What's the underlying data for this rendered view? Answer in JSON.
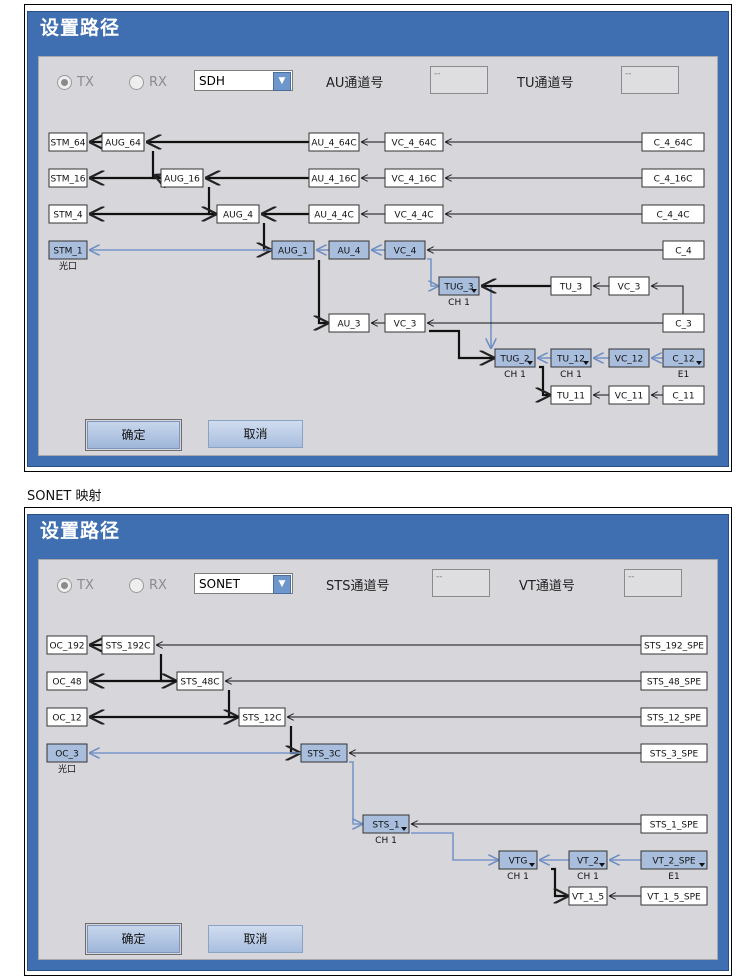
{
  "caption": "SONET 映射",
  "dialogs": [
    {
      "id": "sdh",
      "title": "设置路径",
      "radio_tx": "TX",
      "radio_rx": "RX",
      "mode_value": "SDH",
      "channel_label_1": "AU通道号",
      "channel_value_1": "--",
      "channel_label_2": "TU通道号",
      "channel_value_2": "--",
      "ok_label": "确定",
      "cancel_label": "取消",
      "nodes": [
        {
          "id": "STM_64",
          "label": "STM_64",
          "style": "w"
        },
        {
          "id": "AUG_64",
          "label": "AUG_64",
          "style": "w"
        },
        {
          "id": "AU_4_64C",
          "label": "AU_4_64C",
          "style": "w"
        },
        {
          "id": "VC_4_64C",
          "label": "VC_4_64C",
          "style": "w"
        },
        {
          "id": "C_4_64C",
          "label": "C_4_64C",
          "style": "w"
        },
        {
          "id": "STM_16",
          "label": "STM_16",
          "style": "w"
        },
        {
          "id": "AUG_16",
          "label": "AUG_16",
          "style": "w"
        },
        {
          "id": "AU_4_16C",
          "label": "AU_4_16C",
          "style": "w"
        },
        {
          "id": "VC_4_16C",
          "label": "VC_4_16C",
          "style": "w"
        },
        {
          "id": "C_4_16C",
          "label": "C_4_16C",
          "style": "w"
        },
        {
          "id": "STM_4",
          "label": "STM_4",
          "style": "w"
        },
        {
          "id": "AUG_4",
          "label": "AUG_4",
          "style": "w"
        },
        {
          "id": "AU_4_4C",
          "label": "AU_4_4C",
          "style": "w"
        },
        {
          "id": "VC_4_4C",
          "label": "VC_4_4C",
          "style": "w"
        },
        {
          "id": "C_4_4C",
          "label": "C_4_4C",
          "style": "w"
        },
        {
          "id": "STM_1",
          "label": "STM_1",
          "style": "b",
          "sub": "光口"
        },
        {
          "id": "AUG_1",
          "label": "AUG_1",
          "style": "b"
        },
        {
          "id": "AU_4",
          "label": "AU_4",
          "style": "b"
        },
        {
          "id": "VC_4",
          "label": "VC_4",
          "style": "b"
        },
        {
          "id": "C_4",
          "label": "C_4",
          "style": "w"
        },
        {
          "id": "TUG_3",
          "label": "TUG_3",
          "style": "b",
          "sub": "CH 1"
        },
        {
          "id": "TU_3",
          "label": "TU_3",
          "style": "w"
        },
        {
          "id": "VC_3a",
          "label": "VC_3",
          "style": "w"
        },
        {
          "id": "AU_3",
          "label": "AU_3",
          "style": "w"
        },
        {
          "id": "VC_3b",
          "label": "VC_3",
          "style": "w"
        },
        {
          "id": "C_3",
          "label": "C_3",
          "style": "w"
        },
        {
          "id": "TUG_2",
          "label": "TUG_2",
          "style": "b",
          "sub": "CH 1"
        },
        {
          "id": "TU_12",
          "label": "TU_12",
          "style": "b",
          "sub": "CH 1"
        },
        {
          "id": "VC_12",
          "label": "VC_12",
          "style": "b"
        },
        {
          "id": "C_12",
          "label": "C_12",
          "style": "b",
          "sub": "E1"
        },
        {
          "id": "TU_11",
          "label": "TU_11",
          "style": "w"
        },
        {
          "id": "VC_11",
          "label": "VC_11",
          "style": "w"
        },
        {
          "id": "C_11",
          "label": "C_11",
          "style": "w"
        }
      ]
    },
    {
      "id": "sonet",
      "title": "设置路径",
      "radio_tx": "TX",
      "radio_rx": "RX",
      "mode_value": "SONET",
      "channel_label_1": "STS通道号",
      "channel_value_1": "--",
      "channel_label_2": "VT通道号",
      "channel_value_2": "--",
      "ok_label": "确定",
      "cancel_label": "取消",
      "nodes": [
        {
          "id": "OC_192",
          "label": "OC_192",
          "style": "w"
        },
        {
          "id": "STS_192C",
          "label": "STS_192C",
          "style": "w"
        },
        {
          "id": "STS_192_SPE",
          "label": "STS_192_SPE",
          "style": "w"
        },
        {
          "id": "OC_48",
          "label": "OC_48",
          "style": "w"
        },
        {
          "id": "STS_48C",
          "label": "STS_48C",
          "style": "w"
        },
        {
          "id": "STS_48_SPE",
          "label": "STS_48_SPE",
          "style": "w"
        },
        {
          "id": "OC_12",
          "label": "OC_12",
          "style": "w"
        },
        {
          "id": "STS_12C",
          "label": "STS_12C",
          "style": "w"
        },
        {
          "id": "STS_12_SPE",
          "label": "STS_12_SPE",
          "style": "w"
        },
        {
          "id": "OC_3",
          "label": "OC_3",
          "style": "b",
          "sub": "光口"
        },
        {
          "id": "STS_3C",
          "label": "STS_3C",
          "style": "b"
        },
        {
          "id": "STS_3_SPE",
          "label": "STS_3_SPE",
          "style": "w"
        },
        {
          "id": "STS_1",
          "label": "STS_1",
          "style": "b",
          "sub": "CH 1"
        },
        {
          "id": "STS_1_SPE",
          "label": "STS_1_SPE",
          "style": "w"
        },
        {
          "id": "VTG",
          "label": "VTG",
          "style": "b",
          "sub": "CH 1"
        },
        {
          "id": "VT_2",
          "label": "VT_2",
          "style": "b",
          "sub": "CH 1"
        },
        {
          "id": "VT_2_SPE",
          "label": "VT_2_SPE",
          "style": "b",
          "sub": "E1"
        },
        {
          "id": "VT_1_5",
          "label": "VT_1_5",
          "style": "w"
        },
        {
          "id": "VT_1_5_SPE",
          "label": "VT_1_5_SPE",
          "style": "w"
        }
      ]
    }
  ]
}
